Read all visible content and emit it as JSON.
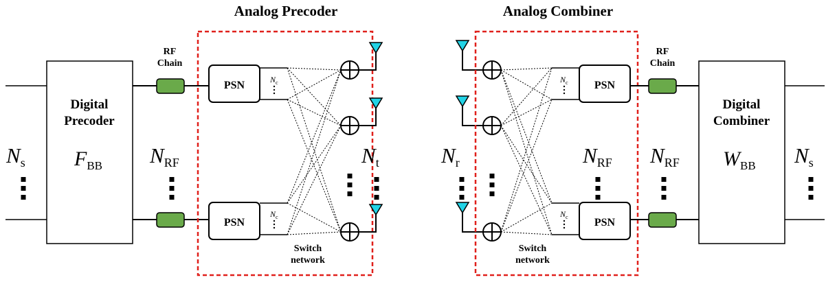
{
  "titles": {
    "precoder": "Analog Precoder",
    "combiner": "Analog Combiner"
  },
  "blocks": {
    "digital_precoder": [
      "Digital",
      "Precoder"
    ],
    "digital_combiner": [
      "Digital",
      "Combiner"
    ],
    "psn": "PSN",
    "rf_chain": [
      "RF",
      "Chain"
    ],
    "switch_network": [
      "Switch",
      "network"
    ]
  },
  "symbols": {
    "F": "F",
    "BB": "BB",
    "W": "W",
    "N": "N",
    "s": "s",
    "RF": "RF",
    "t": "t",
    "r": "r",
    "c": "c"
  },
  "colors": {
    "rf_chain_fill": "#6aaa4a",
    "antenna_fill": "#22d3e6",
    "dashed_box": "#e0201b"
  }
}
